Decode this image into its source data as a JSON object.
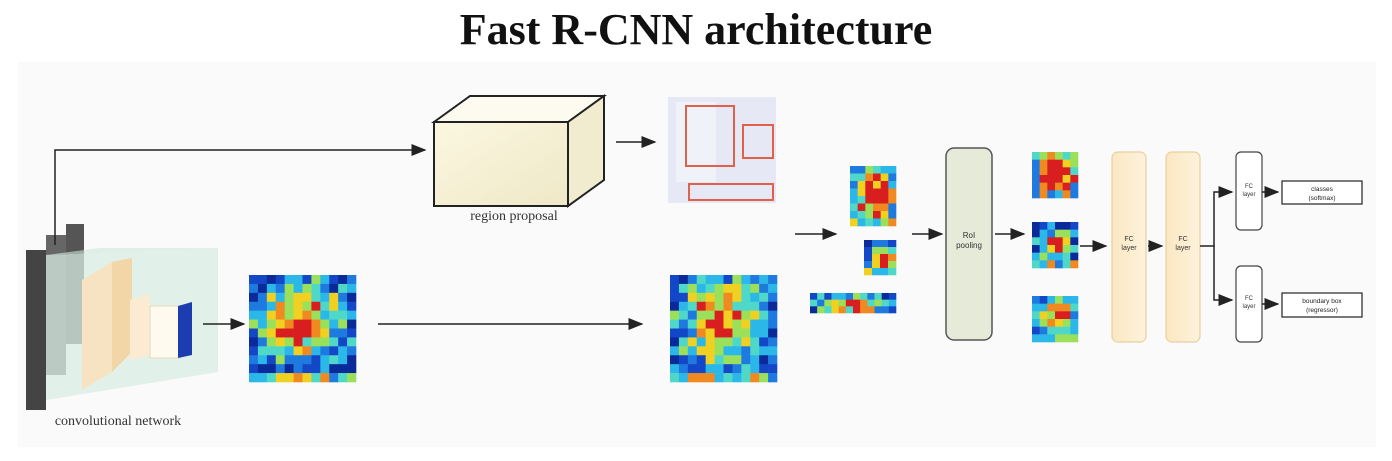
{
  "title": "Fast R-CNN architecture",
  "labels": {
    "region_proposal": "region proposal",
    "convolutional_network": "convolutional network",
    "roi_pooling_line1": "RoI",
    "roi_pooling_line2": "pooling",
    "fc_layer_line1": "FC",
    "fc_layer_line2": "layer",
    "classes_line1": "classes",
    "classes_line2": "(softmax)",
    "bbox_line1": "boundary box",
    "bbox_line2": "(regressor)"
  },
  "colors": {
    "fc_fill": "#fdf0da",
    "fc_stroke": "#e8cfa0",
    "roi_fill": "#e6ead8",
    "roi_stroke": "#555",
    "proposal_box": "#e0604a",
    "heat_blue": "#0a2a9a",
    "heat_red": "#d81e1e",
    "heat_yellow": "#f0d020"
  }
}
